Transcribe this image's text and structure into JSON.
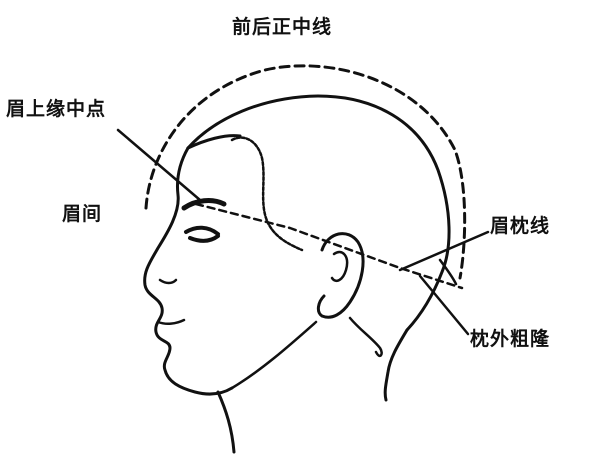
{
  "labels": {
    "midline": "前后正中线",
    "brow_point": "眉上缘中点",
    "glabella": "眉间",
    "brow_occipital_line": "眉枕线",
    "occipital_protuberance": "枕外粗隆"
  },
  "colors": {
    "ink": "#111111",
    "background": "#ffffff"
  }
}
